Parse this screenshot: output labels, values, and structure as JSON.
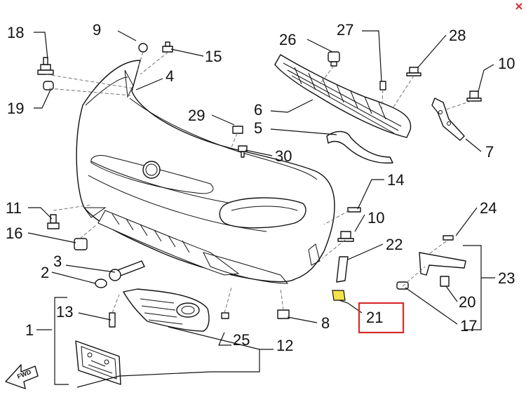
{
  "diagram": {
    "close_glyph": "✕",
    "fwd_label": "FWD",
    "highlight_color": "#d62b2b",
    "callouts": [
      {
        "id": "c18",
        "text": "18"
      },
      {
        "id": "c9",
        "text": "9"
      },
      {
        "id": "c15",
        "text": "15"
      },
      {
        "id": "c4",
        "text": "4"
      },
      {
        "id": "c19",
        "text": "19"
      },
      {
        "id": "c26",
        "text": "26"
      },
      {
        "id": "c27",
        "text": "27"
      },
      {
        "id": "c28",
        "text": "28"
      },
      {
        "id": "c10a",
        "text": "10"
      },
      {
        "id": "c6",
        "text": "6"
      },
      {
        "id": "c5",
        "text": "5"
      },
      {
        "id": "c29",
        "text": "29"
      },
      {
        "id": "c30",
        "text": "30"
      },
      {
        "id": "c7",
        "text": "7"
      },
      {
        "id": "c14",
        "text": "14"
      },
      {
        "id": "c11",
        "text": "11"
      },
      {
        "id": "c10b",
        "text": "10"
      },
      {
        "id": "c24",
        "text": "24"
      },
      {
        "id": "c16",
        "text": "16"
      },
      {
        "id": "c22",
        "text": "22"
      },
      {
        "id": "c3",
        "text": "3"
      },
      {
        "id": "c2",
        "text": "2"
      },
      {
        "id": "c23",
        "text": "23"
      },
      {
        "id": "c20",
        "text": "20"
      },
      {
        "id": "c13",
        "text": "13"
      },
      {
        "id": "c21",
        "text": "21"
      },
      {
        "id": "c8",
        "text": "8"
      },
      {
        "id": "c17",
        "text": "17"
      },
      {
        "id": "c1",
        "text": "1"
      },
      {
        "id": "c25",
        "text": "25"
      },
      {
        "id": "c12",
        "text": "12"
      }
    ]
  }
}
